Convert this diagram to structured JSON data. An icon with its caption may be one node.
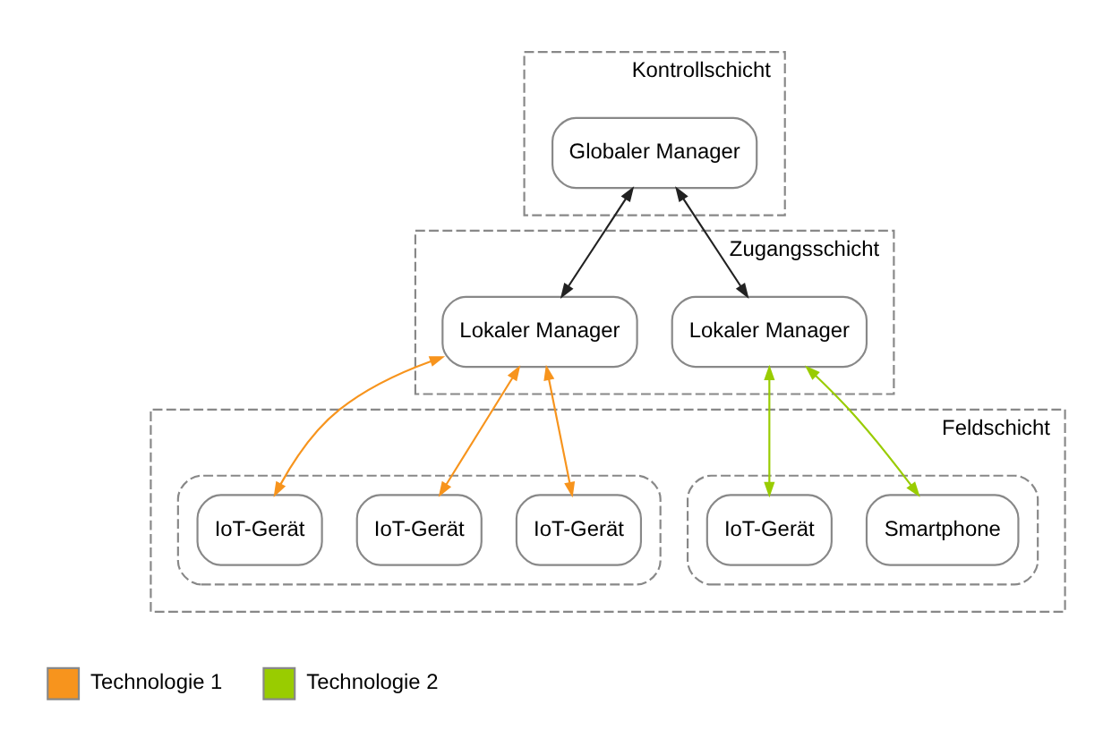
{
  "diagram": {
    "nodes": [
      {
        "text": [
          "Kontrollschicht"
        ]
      },
      {
        "text": [
          "Globaler Manager"
        ],
        "in": 0
      },
      {
        "text": [
          "Zugangsschicht"
        ]
      },
      {
        "text": [
          "Lokaler Manager"
        ],
        "in": 2
      },
      {
        "text": [
          "Lokaler Manager"
        ],
        "in": 2
      },
      {
        "text": [
          "Feldschicht"
        ]
      },
      {
        "text": [],
        "shape": "box",
        "in": 5
      },
      {
        "text": [
          "IoT-Gerät"
        ],
        "in": 6
      },
      {
        "text": [
          "IoT-Gerät"
        ],
        "in": 6
      },
      {
        "text": [
          "IoT-Gerät"
        ],
        "in": 6
      },
      {
        "text": [],
        "shape": "box",
        "in": 5
      },
      {
        "text": [
          "IoT-Gerät"
        ],
        "in": 10
      },
      {
        "text": [
          "Smartphone"
        ],
        "in": 10
      }
    ],
    "edges": [
      {
        "from": 1,
        "to": 3,
        "arrow": "both",
        "color": "#222222"
      },
      {
        "from": 1,
        "to": 4,
        "arrow": "both",
        "color": "#222222"
      },
      {
        "from": 3,
        "to": 7,
        "arrow": "both",
        "color": "#f7941d"
      },
      {
        "from": 3,
        "to": 8,
        "arrow": "both",
        "color": "#f7941d"
      },
      {
        "from": 3,
        "to": 9,
        "arrow": "both",
        "color": "#f7941d"
      },
      {
        "from": 4,
        "to": 11,
        "arrow": "both",
        "color": "#99cc00"
      },
      {
        "from": 4,
        "to": 12,
        "arrow": "both",
        "color": "#99cc00"
      }
    ],
    "legend": [
      {
        "text": "Technologie 1",
        "color": "#f7941d"
      },
      {
        "text": "Technologie 2",
        "color": "#99cc00"
      }
    ]
  }
}
